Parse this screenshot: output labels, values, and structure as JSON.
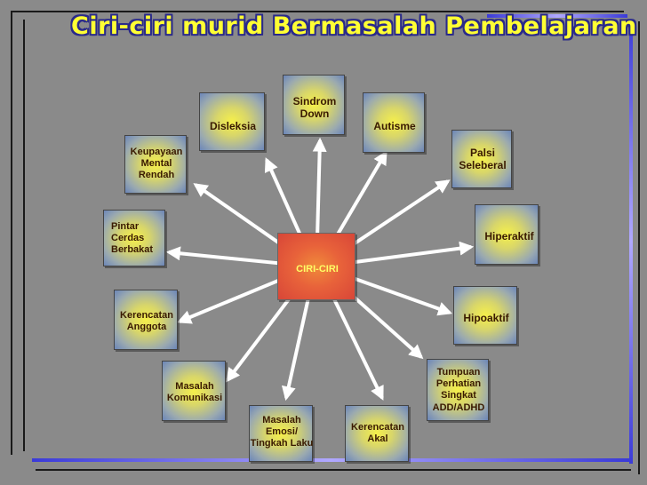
{
  "title": "Ciri-ciri murid Bermasalah Pembelajaran",
  "center": {
    "label": "CIRI-CIRI"
  },
  "nodes": [
    {
      "id": "sindrom-down",
      "label": "Sindrom\nDown"
    },
    {
      "id": "disleksia",
      "label": "Disleksia"
    },
    {
      "id": "autisme",
      "label": "Autisme"
    },
    {
      "id": "keupayaan-mental-rendah",
      "label": "Keupayaan\nMental\nRendah"
    },
    {
      "id": "palsi-seleberal",
      "label": "Palsi\nSeleberal"
    },
    {
      "id": "pintar-cerdas-berbakat",
      "label": "Pintar\nCerdas\nBerbakat"
    },
    {
      "id": "hiperaktif",
      "label": "Hiperaktif"
    },
    {
      "id": "kerencatan-anggota",
      "label": "Kerencatan\nAnggota"
    },
    {
      "id": "hipoaktif",
      "label": "Hipoaktif"
    },
    {
      "id": "masalah-komunikasi",
      "label": "Masalah\nKomunikasi"
    },
    {
      "id": "tumpuan-perhatian",
      "label": "Tumpuan\nPerhatian\nSingkat\nADD/ADHD"
    },
    {
      "id": "masalah-emosi",
      "label": "Masalah\nEmosi/\nTingkah Laku"
    },
    {
      "id": "kerencatan-akal",
      "label": "Kerencatan\nAkal"
    }
  ],
  "colors": {
    "title": "#ffff33",
    "title_outline": "#2a2a8a",
    "background": "#8a8a8a",
    "node_text": "#3a1a00",
    "center_fill": "#e8623a",
    "center_text": "#ffff66",
    "arrow": "#ffffff"
  }
}
